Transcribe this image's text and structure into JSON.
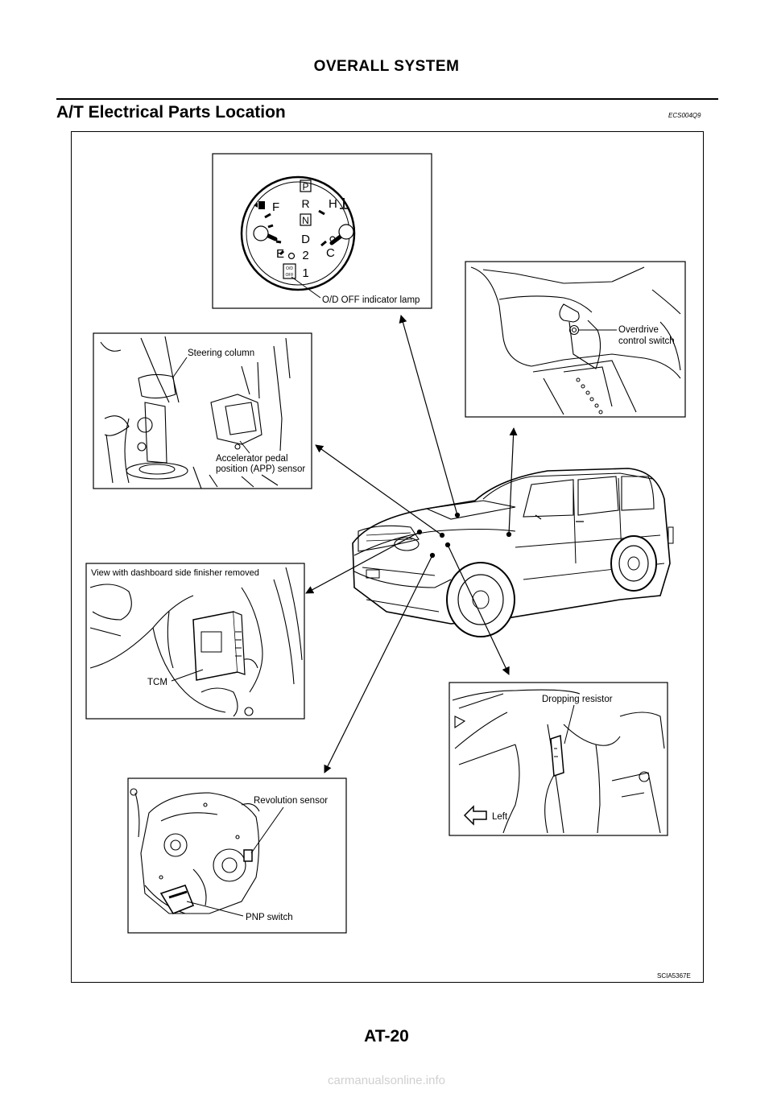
{
  "header": {
    "section": "OVERALL SYSTEM"
  },
  "title": {
    "text": "A/T Electrical Parts Location",
    "code": "ECS004Q9"
  },
  "gauge": {
    "letters": {
      "f": "F",
      "h": "H",
      "e": "E",
      "c": "C"
    },
    "shift_positions": [
      "P",
      "R",
      "N",
      "D",
      "2",
      "1"
    ],
    "od_badge_top": "O/D",
    "od_badge_bottom": "OFF",
    "label": "O/D OFF indicator lamp"
  },
  "labels": {
    "overdrive_line1": "Overdrive",
    "overdrive_line2": "control switch",
    "steering_column": "Steering column",
    "app_line1": "Accelerator pedal",
    "app_line2": "position (APP) sensor",
    "dashboard_caption": "View with dashboard side finisher removed",
    "tcm": "TCM",
    "dropping_resistor": "Dropping resistor",
    "left": "Left",
    "revolution_sensor": "Revolution sensor",
    "pnp_switch": "PNP switch",
    "figure_code": "SCIA5367E"
  },
  "footer": {
    "page": "AT-20"
  },
  "watermark": "carmanualsonline.info"
}
